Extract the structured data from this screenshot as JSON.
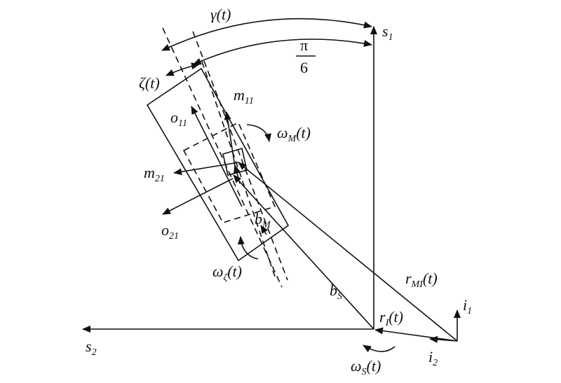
{
  "labels": {
    "gamma": "γ(t)",
    "pi_num": "π",
    "pi_den": "6",
    "s1": {
      "base": "s",
      "sub": "1"
    },
    "s2": {
      "base": "s",
      "sub": "2"
    },
    "zeta": "ζ(t)",
    "m11": {
      "base": "m",
      "sub": "11"
    },
    "o11": {
      "base": "o",
      "sub": "11"
    },
    "m21": {
      "base": "m",
      "sub": "21"
    },
    "o21": {
      "base": "o",
      "sub": "21"
    },
    "omegaM": {
      "base": "ω",
      "sub": "M",
      "tail": "(t)"
    },
    "omegaZeta": {
      "base": "ω",
      "sub": "ζ",
      "tail": "(t)"
    },
    "omegaS": {
      "base": "ω",
      "sub": "S",
      "tail": "(t)"
    },
    "bM": {
      "base": "b",
      "sub": "M"
    },
    "bS": {
      "base": "b",
      "sub": "S"
    },
    "rMI": {
      "base": "r",
      "sub": "MI",
      "tail": "(t)"
    },
    "rI": {
      "base": "r",
      "sub": "I",
      "tail": "(t)"
    },
    "i1": {
      "base": "i",
      "sub": "1"
    },
    "i2": {
      "base": "i",
      "sub": "2"
    }
  }
}
